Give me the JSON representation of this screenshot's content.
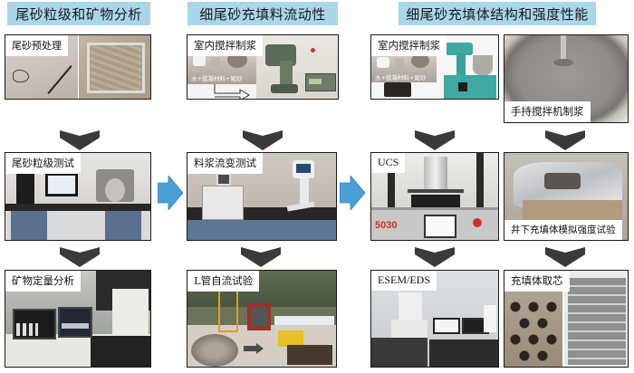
{
  "columns": [
    {
      "title": "尾砂粒级和矿物分析",
      "steps": [
        {
          "label": "尾砂预处理",
          "photo": "tailings-drying-photo"
        },
        {
          "label": "尾砂粒级测试",
          "photo": "particle-size-lab-photo"
        },
        {
          "label": "矿物定量分析",
          "photo": "mineral-analysis-lab-photo"
        }
      ]
    },
    {
      "title": "细尾砂充填料流动性",
      "steps": [
        {
          "label": "室内搅拌制浆",
          "photo": "lab-mixer-photo",
          "caption": "水+胶凝材料+尾砂"
        },
        {
          "label": "料浆流变测试",
          "photo": "rheometer-photo"
        },
        {
          "label": "L管自流试验",
          "photo": "l-pipe-flow-test-photo"
        }
      ]
    },
    {
      "title": "细尾砂充填体结构和强度性能",
      "steps_left": [
        {
          "label": "室内搅拌制浆",
          "photo": "lab-mixer-photo",
          "caption": "水+胶凝材料+尾砂"
        },
        {
          "label": "UCS",
          "photo": "ucs-test-machine-photo",
          "device_text": "5030"
        },
        {
          "label": "ESEM/EDS",
          "photo": "esem-lab-photo"
        }
      ],
      "steps_right": [
        {
          "label": "手持搅拌机制浆",
          "photo": "handheld-mixer-slurry-photo"
        },
        {
          "label": "井下充填体模拟强度试验",
          "photo": "underground-backfill-simulation-photo"
        },
        {
          "label": "充填体取芯",
          "photo": "backfill-core-sampling-photo"
        }
      ]
    }
  ],
  "colors": {
    "header_bg": "#a9d6ea",
    "flow_arrow": "#3a3a3a",
    "transition_arrow": "#4a9fd4",
    "panel_border": "#1a1a1a"
  }
}
